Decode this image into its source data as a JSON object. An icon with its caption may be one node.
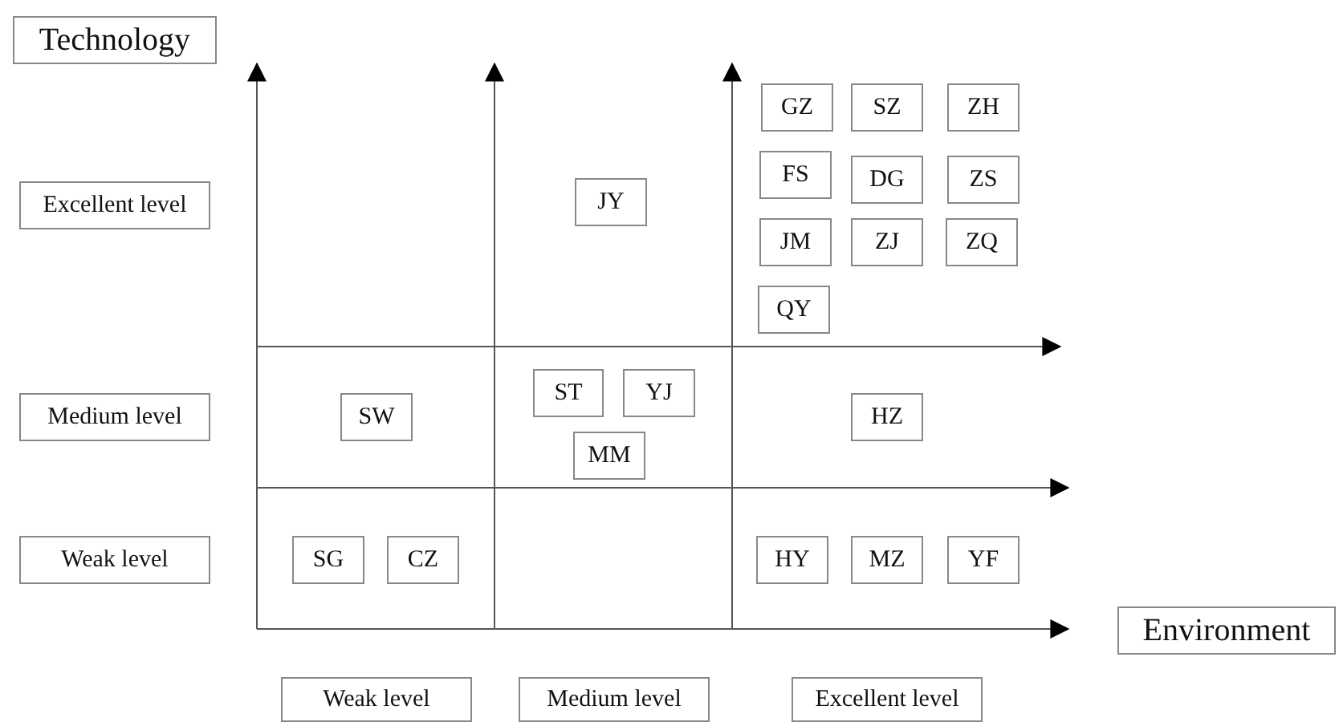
{
  "diagram": {
    "nodes": [
      {
        "text": [
          "Technology"
        ]
      },
      {
        "text": [
          "GZ"
        ]
      },
      {
        "text": [
          "SZ"
        ]
      },
      {
        "text": [
          "ZH"
        ]
      },
      {
        "text": [
          "Excellent level"
        ]
      },
      {
        "text": [
          "JY"
        ]
      },
      {
        "text": [
          "FS"
        ]
      },
      {
        "text": [
          "DG"
        ]
      },
      {
        "text": [
          "ZS"
        ]
      },
      {
        "text": [
          "JM"
        ]
      },
      {
        "text": [
          "ZJ"
        ]
      },
      {
        "text": [
          "ZQ"
        ]
      },
      {
        "text": [
          "QY"
        ]
      },
      {
        "text": [
          "ST"
        ]
      },
      {
        "text": [
          "YJ"
        ]
      },
      {
        "text": [
          "Medium level"
        ]
      },
      {
        "text": [
          "SW"
        ]
      },
      {
        "text": [
          "HZ"
        ]
      },
      {
        "text": [
          "MM"
        ]
      },
      {
        "text": [
          "Weak level"
        ]
      },
      {
        "text": [
          "SG"
        ]
      },
      {
        "text": [
          "CZ"
        ]
      },
      {
        "text": [
          "HY"
        ]
      },
      {
        "text": [
          "MZ"
        ]
      },
      {
        "text": [
          "YF"
        ]
      },
      {
        "text": [
          "Environment"
        ]
      },
      {
        "text": [
          "Weak level"
        ]
      },
      {
        "text": [
          "Medium level"
        ]
      },
      {
        "text": [
          "Excellent level"
        ]
      }
    ]
  }
}
